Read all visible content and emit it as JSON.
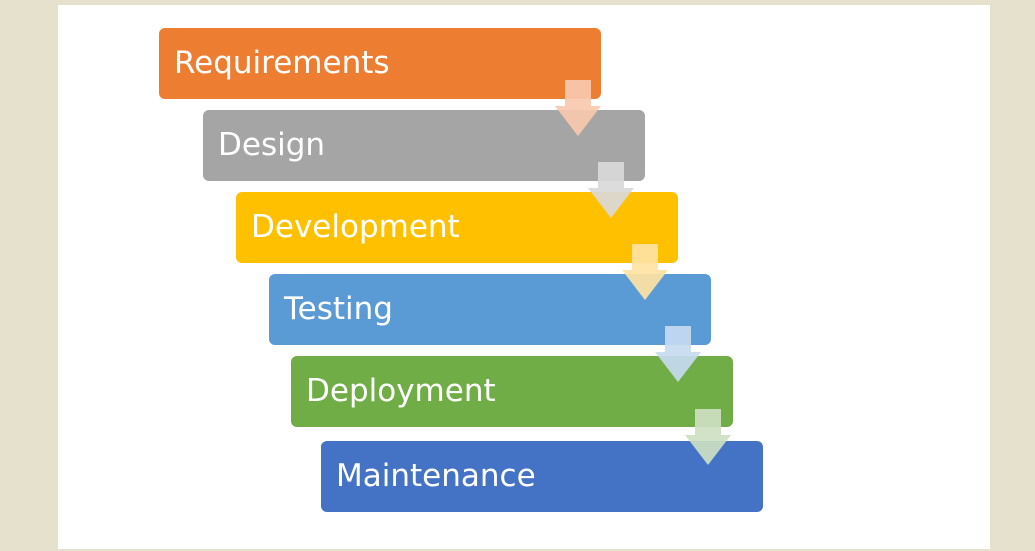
{
  "diagram": {
    "steps": [
      {
        "label": "Requirements",
        "color": "#ed7d31"
      },
      {
        "label": "Design",
        "color": "#a5a5a5"
      },
      {
        "label": "Development",
        "color": "#ffc000"
      },
      {
        "label": "Testing",
        "color": "#5b9bd5"
      },
      {
        "label": "Deployment",
        "color": "#70ad47"
      },
      {
        "label": "Maintenance",
        "color": "#4472c4"
      }
    ],
    "arrow_colors": [
      "#f7c9ae",
      "#d9d9d9",
      "#ffe3a3",
      "#c5daf0",
      "#cde0c2"
    ]
  }
}
